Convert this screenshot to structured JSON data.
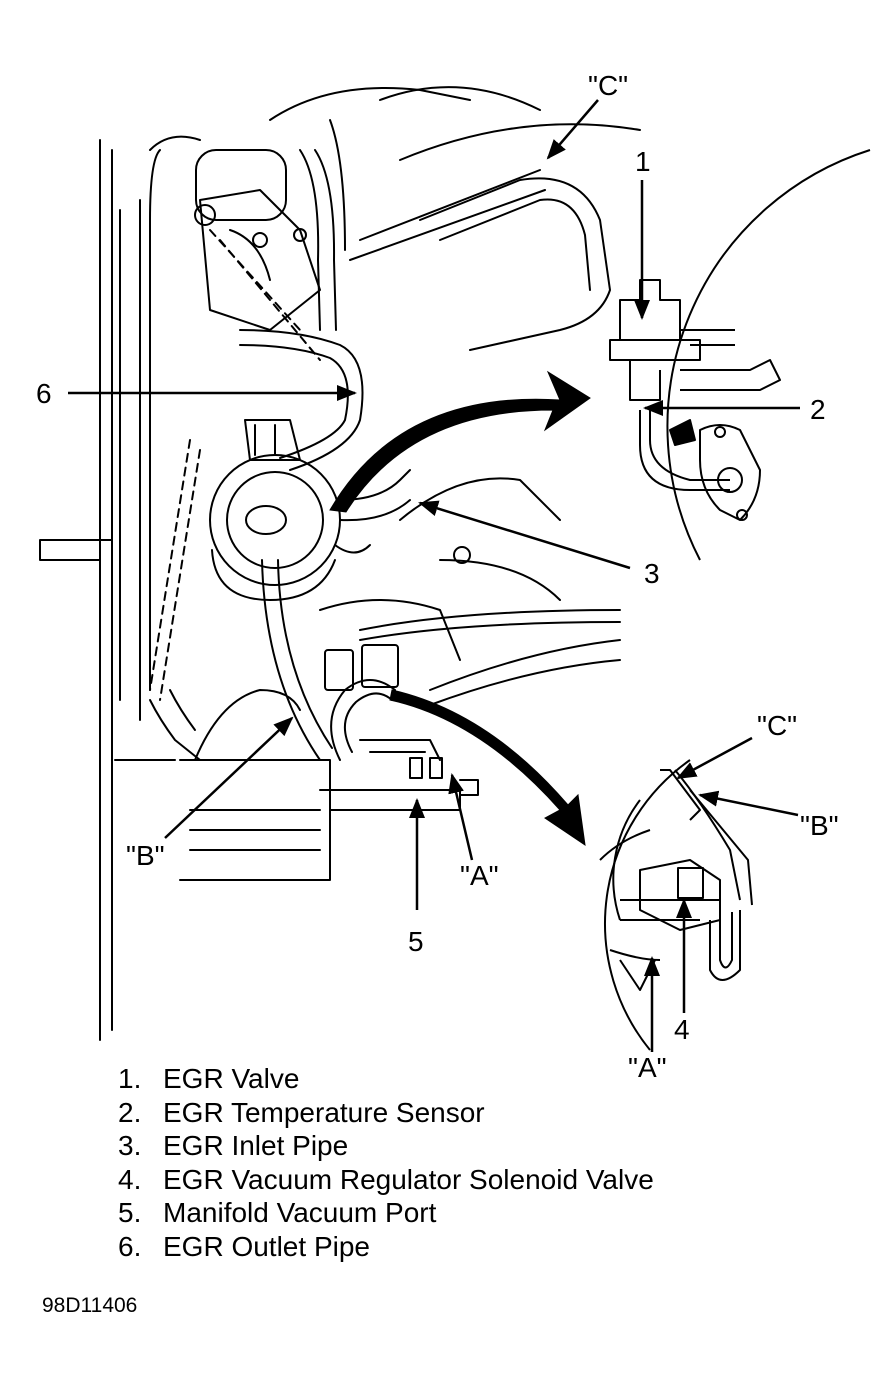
{
  "callouts": {
    "c_top": "\"C\"",
    "n1": "1",
    "n2": "2",
    "n3": "3",
    "n4": "4",
    "n5": "5",
    "n6": "6",
    "b_left": "\"B\"",
    "a_center": "\"A\"",
    "c_inset": "\"C\"",
    "b_inset": "\"B\"",
    "a_inset": "\"A\""
  },
  "legend": [
    {
      "number": "1.",
      "label": "EGR Valve"
    },
    {
      "number": "2.",
      "label": "EGR Temperature Sensor"
    },
    {
      "number": "3.",
      "label": "EGR Inlet Pipe"
    },
    {
      "number": "4.",
      "label": "EGR Vacuum Regulator Solenoid Valve"
    },
    {
      "number": "5.",
      "label": "Manifold Vacuum Port"
    },
    {
      "number": "6.",
      "label": "EGR Outlet Pipe"
    }
  ],
  "figure_code": "98D11406"
}
